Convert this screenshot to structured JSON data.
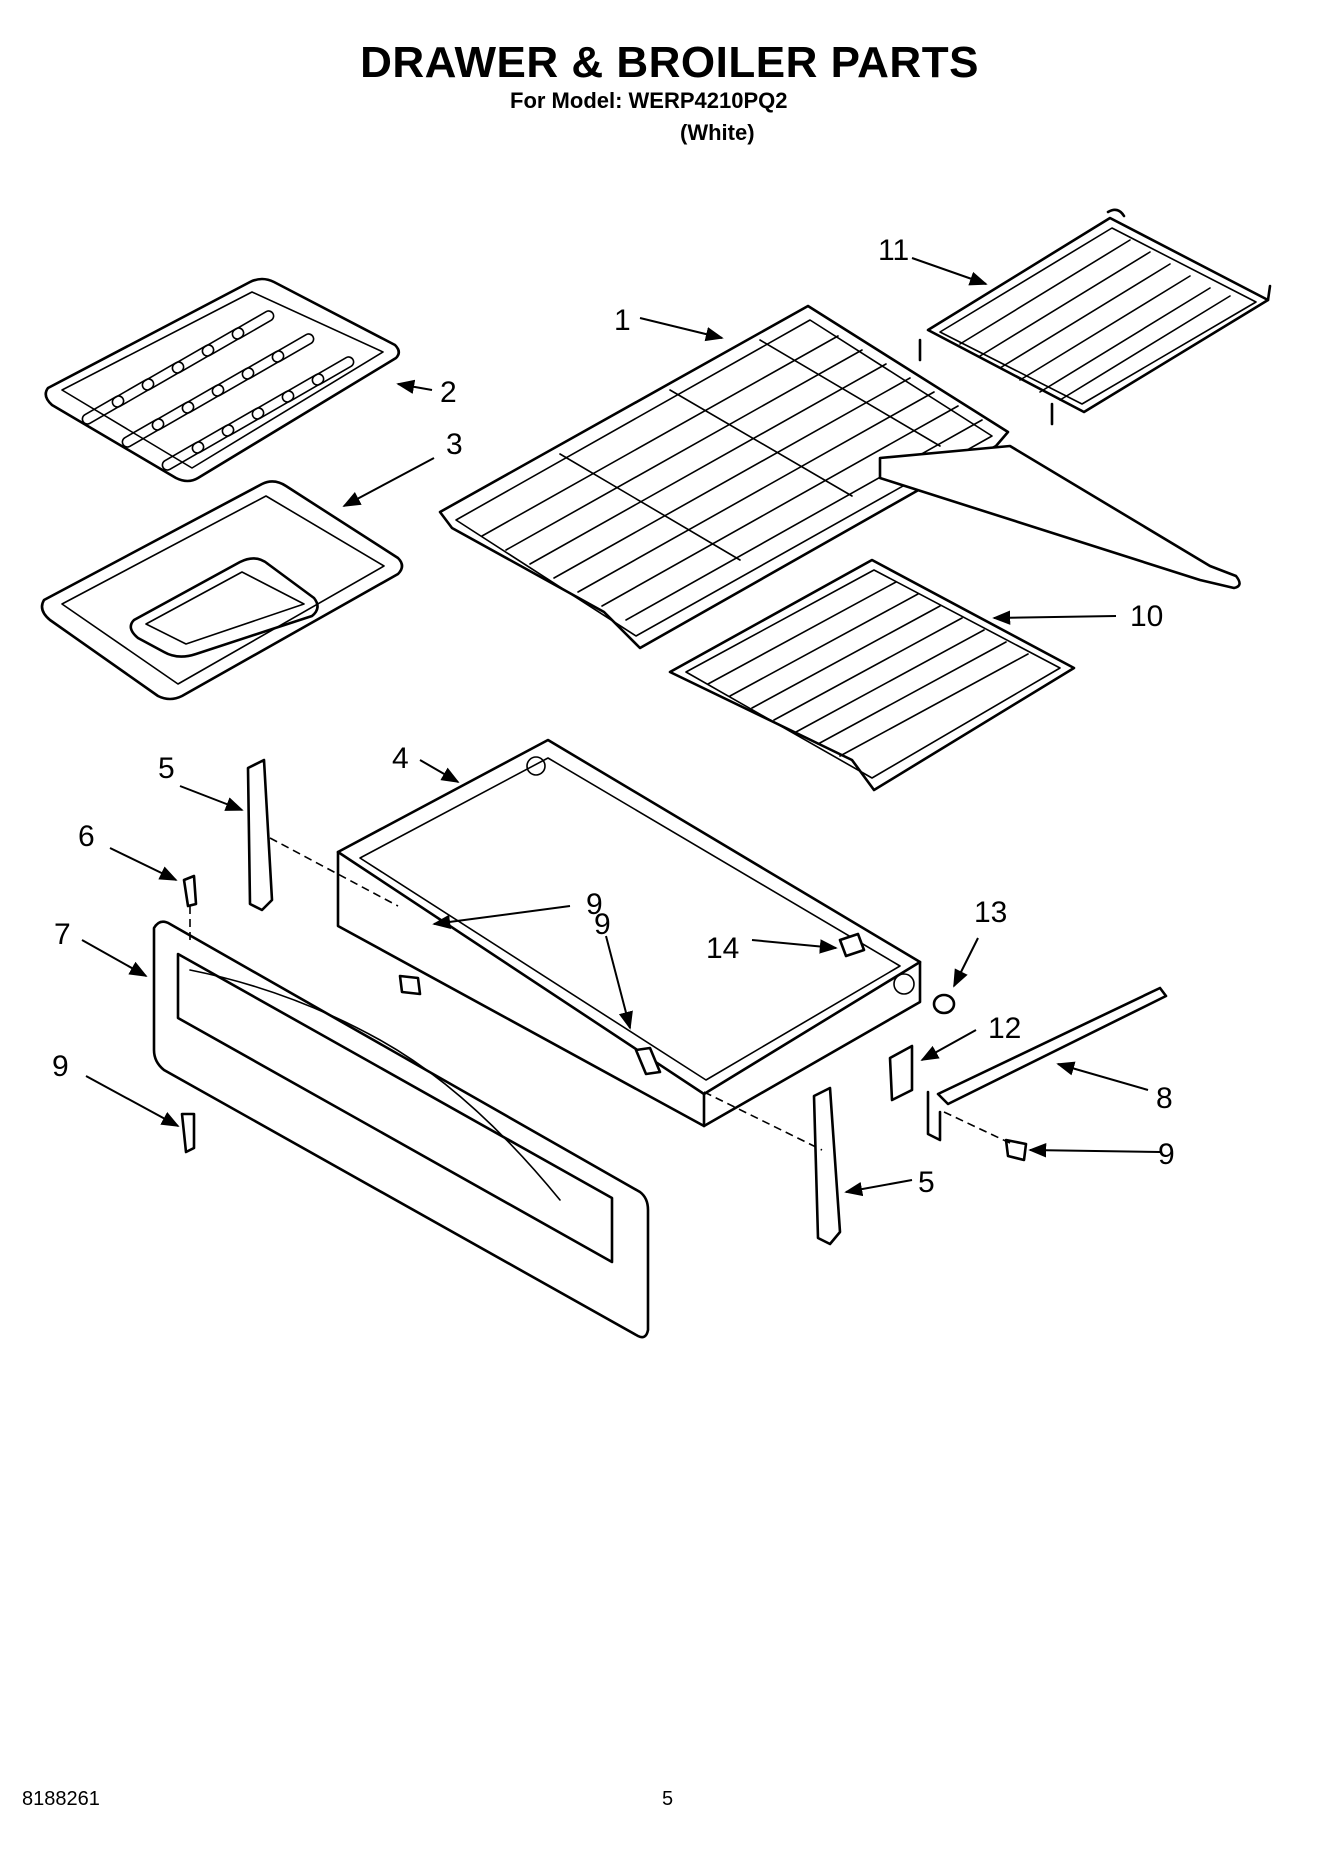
{
  "header": {
    "title": "DRAWER & BROILER PARTS",
    "model_line": "For Model: WERP4210PQ2",
    "variant": "(White)"
  },
  "footer": {
    "document_number": "8188261",
    "page_number": "5"
  },
  "callouts": {
    "c1": "1",
    "c2": "2",
    "c3": "3",
    "c4": "4",
    "c5a": "5",
    "c5b": "5",
    "c6": "6",
    "c7": "7",
    "c8": "8",
    "c9a": "9",
    "c9b": "9",
    "c9c": "9",
    "c9d": "9",
    "c10": "10",
    "c11": "11",
    "c12": "12",
    "c13": "13",
    "c14": "14"
  }
}
